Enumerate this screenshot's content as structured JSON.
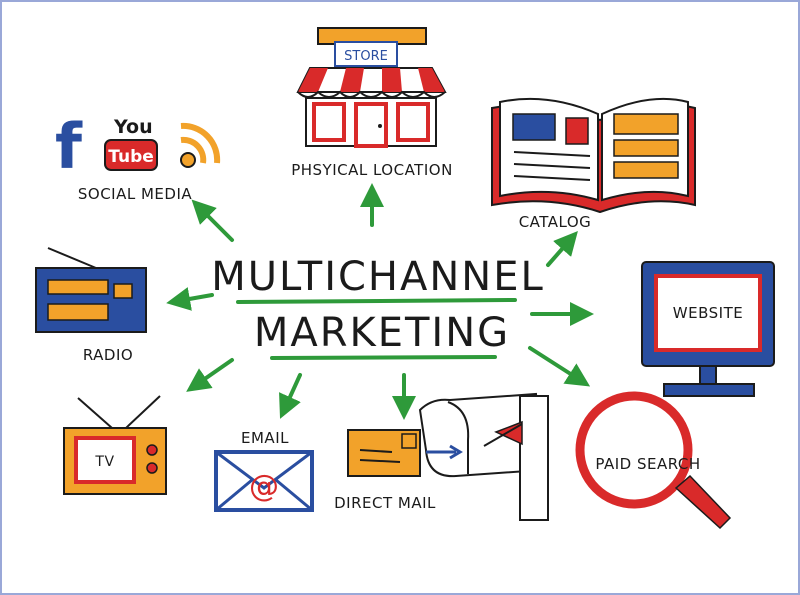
{
  "diagram": {
    "title_line1": "MULTICHANNEL",
    "title_line2": "MARKETING",
    "channels": {
      "social_media": "SOCIAL MEDIA",
      "physical_location": "PHSYICAL LOCATION",
      "catalog": "CATALOG",
      "radio": "RADIO",
      "website": "WEBSITE",
      "tv": "TV",
      "email": "EMAIL",
      "direct_mail": "DIRECT MAIL",
      "paid_search": "PAID SEARCH"
    },
    "icon_text": {
      "store_sign": "STORE",
      "youtube_you": "You",
      "youtube_tube": "Tube",
      "facebook": "f",
      "email_at": "@"
    }
  },
  "colors": {
    "arrow_green": "#2e9a3a",
    "title_underline": "#2e9a3a",
    "brand_red": "#d92a2a",
    "brand_blue": "#2a4ea0",
    "brand_orange": "#f2a22a",
    "outline": "#1b1b1b"
  }
}
